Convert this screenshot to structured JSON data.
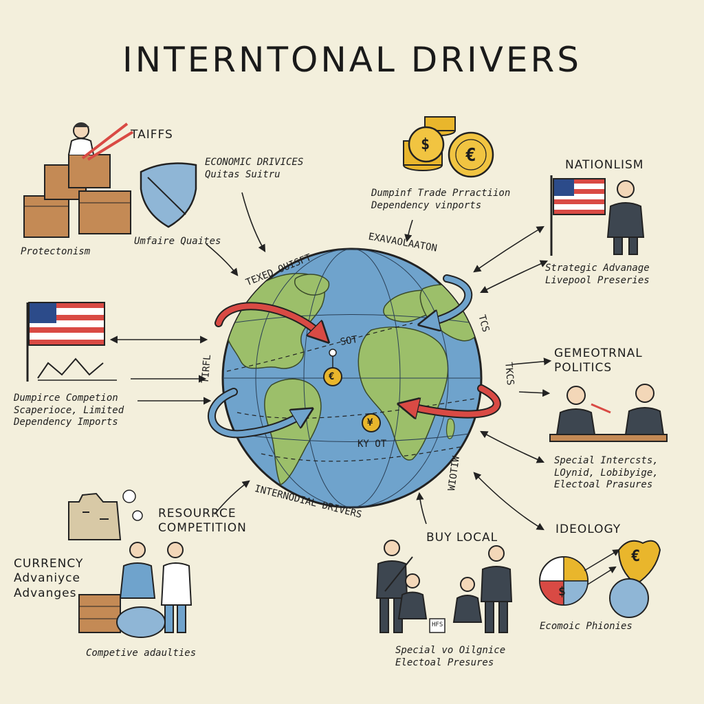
{
  "title": "INTERNTONAL DRIVERS",
  "colors": {
    "background": "#f3efdc",
    "ocean": "#6fa3cc",
    "land": "#9cbf6a",
    "arrow_red": "#d94a44",
    "arrow_blue": "#6fa3cc",
    "coin": "#e9b62c"
  },
  "icons": [
    "crate-stack-icon",
    "shield-icon",
    "coin-stack-icon",
    "flag-icon",
    "politician-icon",
    "factory-icon",
    "coin-chart-icon",
    "globe-icon"
  ],
  "labels": {
    "taiffs": "TAIFFS",
    "protectionism": "Protectonism",
    "unfair_quotas": "Umfaire Quaites",
    "economic_drivers": "ECONOMIC DRIVICES\nQuitas Suitru",
    "dumping_trade": "Dumpinf Trade Prractiion\nDependency vinports",
    "nationalism": "NATIONLISM",
    "strategic_advantage": "Strategic Advanage\nLivepool Preseries",
    "dumping_competition": "Dumpirce Competion\nScaperioce, Limited\nDependency Imports",
    "geo_politics_title": "GEMEOTRNAL\nPOLITICS",
    "special_interests": "Special Intercsts,\nLOynid, Lobibyige,\nElectoal Prasures",
    "resource_competition": "RESOURRCE\nCOMPETITION",
    "currency_advantage": "CURRENCY\nAdvaniyce\nAdvanges",
    "competitive_advantages": "Competive adaulties",
    "buy_local": "BUY LOCAL",
    "special_electoral": "Special vo Oilgnice\nElectoal Presures",
    "ideology": "IDEOLOGY",
    "economic_priorities": "Ecomoic Phionies"
  },
  "globe_labels": {
    "texed_ouisft": "TEXED OUISFT",
    "exavaolaaton": "EXAVAOLAATON",
    "tcs": "TCS",
    "tkcs": "TKCS",
    "tirfl": "TIRFL",
    "sot": "SOT",
    "ky_ot": "KY OT",
    "wiotiw": "WIOTIW",
    "internodial_drivers": "INTERNODIAL DRIVERS"
  },
  "coin_symbols": {
    "euro": "€",
    "yen": "¥",
    "dollar": "$"
  },
  "box_label": "HFS"
}
